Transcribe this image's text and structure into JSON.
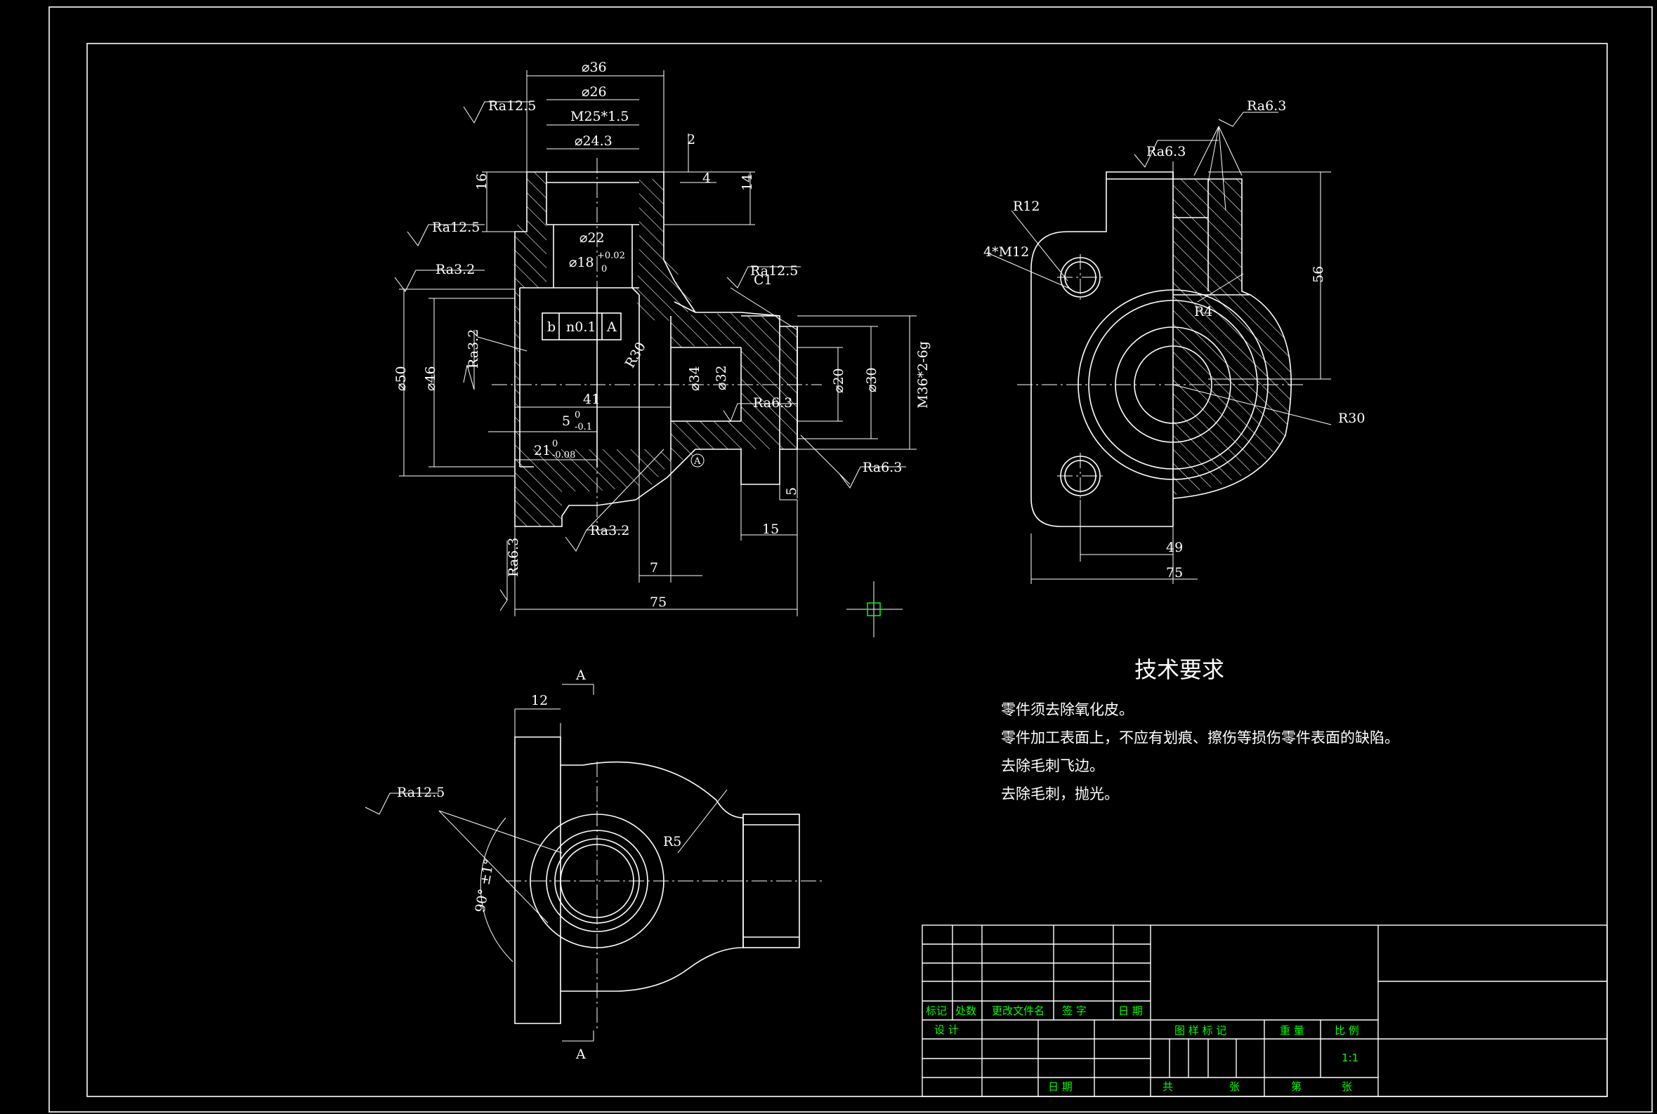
{
  "view_front": {
    "dims": {
      "d36": "⌀36",
      "d26": "⌀26",
      "m25": "M25*1.5",
      "d24": "⌀24.3",
      "d22": "⌀22",
      "d18": "⌀18",
      "d18_tol_up": "+0.02",
      "d18_tol_lo": "0",
      "d50": "⌀50",
      "d46": "⌀46",
      "d34": "⌀34",
      "d32": "⌀32",
      "d20": "⌀20",
      "d30": "⌀30",
      "m36": "M36*2-6g",
      "n16": "16",
      "n14": "14",
      "n4": "4",
      "n2": "2",
      "n41": "41",
      "n5": "5",
      "n5_up": "0",
      "n5_lo": "-0.1",
      "n21": "21",
      "n21_up": "0",
      "n21_lo": "-0.08",
      "n5b": "5",
      "n15": "15",
      "n7": "7",
      "n75": "75",
      "r30": "R30",
      "c1": "C1",
      "circle_a": "A"
    },
    "roughness": {
      "ra125_top": "Ra12.5",
      "ra125_left": "Ra12.5",
      "ra32_left": "Ra3.2",
      "ra32_vert": "Ra3.2",
      "ra125_right": "Ra12.5",
      "ra63_mid": "Ra6.3",
      "ra63_right": "Ra6.3",
      "ra32_bot": "Ra3.2",
      "ra63_vert": "Ra6.3"
    },
    "tolerance_frame": [
      "b",
      "n0.1",
      "A"
    ]
  },
  "view_side": {
    "dims": {
      "r12": "R12",
      "m12": "4*M12",
      "r4": "R4",
      "r30": "R30",
      "n56": "56",
      "n49": "49",
      "n75": "75"
    },
    "roughness": {
      "ra63_top": "Ra6.3",
      "ra63_inner": "Ra6.3"
    }
  },
  "view_top": {
    "dims": {
      "n12": "12",
      "ang": "90° ±1°",
      "r5": "R5"
    },
    "roughness": {
      "ra125": "Ra12.5"
    },
    "section_top": "A",
    "section_bot": "A"
  },
  "tech": {
    "title": "技术要求",
    "lines": [
      "零件须去除氧化皮。",
      "零件加工表面上，不应有划痕、擦伤等损伤零件表面的缺陷。",
      "去除毛刺飞边。",
      "去除毛刺，抛光。"
    ]
  },
  "titleblock": {
    "headers": [
      "标记",
      "处数",
      "更改文件名",
      "签  字",
      "日  期"
    ],
    "design": "设  计",
    "date_label": "日  期",
    "mark_label": "图  样  标  记",
    "weight_label": "重  量",
    "ratio_label": "比  例",
    "ratio_value": "1:1",
    "total_label": "共",
    "sheet_label": "张",
    "page_label": "第",
    "page_sheet_label": "张"
  },
  "colors": {
    "background": "#000000",
    "lines": "#ffffff",
    "titleblock_text": "#00ff00"
  }
}
